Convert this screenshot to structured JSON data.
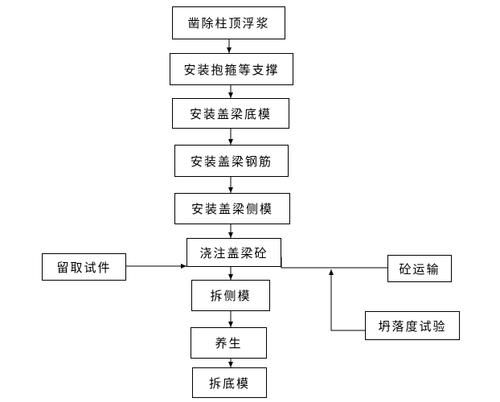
{
  "flowchart": {
    "steps": [
      "凿除柱顶浮浆",
      "安装抱箍等支撑",
      "安装盖梁底模",
      "安装盖梁钢筋",
      "安装盖梁侧模",
      "浇注盖梁砼",
      "拆侧模",
      "养生",
      "拆底模"
    ],
    "side_inputs": {
      "left": "留取试件",
      "right_top": "砼运输",
      "right_bottom": "坍落度试验"
    }
  }
}
